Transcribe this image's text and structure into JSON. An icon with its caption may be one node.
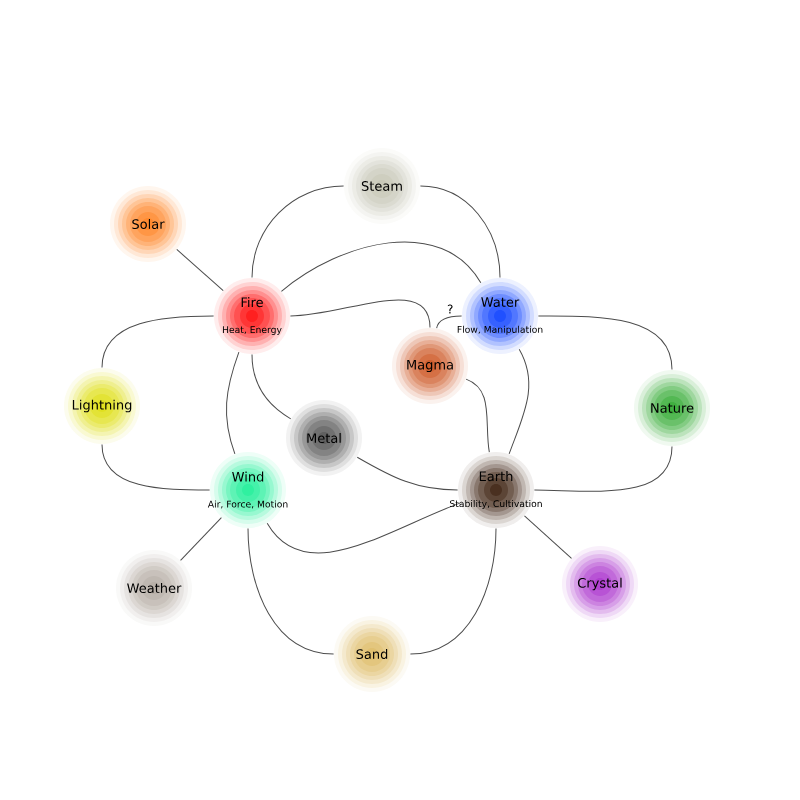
{
  "diagram": {
    "nodes": [
      {
        "text": [
          "Fire",
          "Heat, Energy"
        ]
      },
      {
        "text": [
          "Water",
          "Flow, Manipulation"
        ]
      },
      {
        "text": [
          "Wind",
          "Air, Force, Motion"
        ]
      },
      {
        "text": [
          "Earth",
          "Stability, Cultivation"
        ]
      },
      {
        "text": [
          "Steam"
        ]
      },
      {
        "text": [
          "Solar"
        ]
      },
      {
        "text": [
          "Magma"
        ]
      },
      {
        "text": [
          "Lightning"
        ]
      },
      {
        "text": [
          "Metal"
        ]
      },
      {
        "text": [
          "Nature"
        ]
      },
      {
        "text": [
          "Weather"
        ]
      },
      {
        "text": [
          "Crystal"
        ]
      },
      {
        "text": [
          "Sand"
        ]
      }
    ],
    "edges": [
      {
        "from": 0,
        "to": 4,
        "arrow": "none"
      },
      {
        "from": 4,
        "to": 1,
        "arrow": "none"
      },
      {
        "from": 5,
        "to": 0,
        "arrow": "none"
      },
      {
        "from": 0,
        "to": 7,
        "arrow": "none"
      },
      {
        "from": 7,
        "to": 2,
        "arrow": "none"
      },
      {
        "from": 0,
        "to": 6,
        "arrow": "none"
      },
      {
        "from": 0,
        "to": 8,
        "arrow": "none"
      },
      {
        "from": 8,
        "to": 3,
        "arrow": "none"
      },
      {
        "from": 0,
        "to": 2,
        "arrow": "none"
      },
      {
        "from": 2,
        "to": 3,
        "arrow": "none"
      },
      {
        "from": 0,
        "to": 1,
        "arrow": "none"
      },
      {
        "from": 1,
        "to": 3,
        "arrow": "none"
      },
      {
        "from": 1,
        "to": 6,
        "arrow": "none",
        "label": "?"
      },
      {
        "from": 1,
        "to": 9,
        "arrow": "none"
      },
      {
        "from": 9,
        "to": 3,
        "arrow": "none"
      },
      {
        "from": 6,
        "to": 3,
        "arrow": "none"
      },
      {
        "from": 3,
        "to": 11,
        "arrow": "none"
      },
      {
        "from": 10,
        "to": 2,
        "arrow": "none"
      },
      {
        "from": 2,
        "to": 12,
        "arrow": "none"
      },
      {
        "from": 12,
        "to": 3,
        "arrow": "none"
      }
    ]
  }
}
